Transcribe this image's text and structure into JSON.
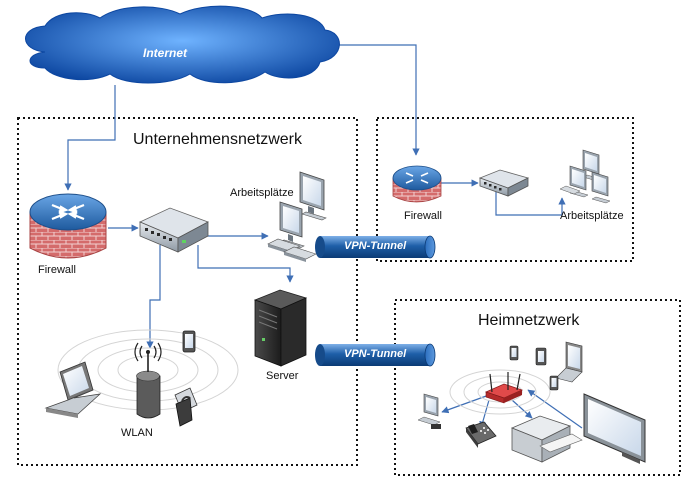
{
  "internet": {
    "label": "Internet"
  },
  "corporate": {
    "title": "Unternehmensnetzwerk",
    "firewall_label": "Firewall",
    "workstations_label": "Arbeitsplätze",
    "server_label": "Server",
    "wlan_label": "WLAN"
  },
  "branch": {
    "firewall_label": "Firewall",
    "workstations_label": "Arbeitsplätze"
  },
  "home": {
    "title": "Heimnetzwerk"
  },
  "tunnels": [
    {
      "label": "VPN-Tunnel"
    },
    {
      "label": "VPN-Tunnel"
    }
  ],
  "colors": {
    "cloud": "#1565c0",
    "tunnel": "#1e5fa8",
    "link": "#3f6fb5",
    "router": "#2b6cb0",
    "firewall_brick": "#d45a5a",
    "home_router": "#c62828"
  }
}
